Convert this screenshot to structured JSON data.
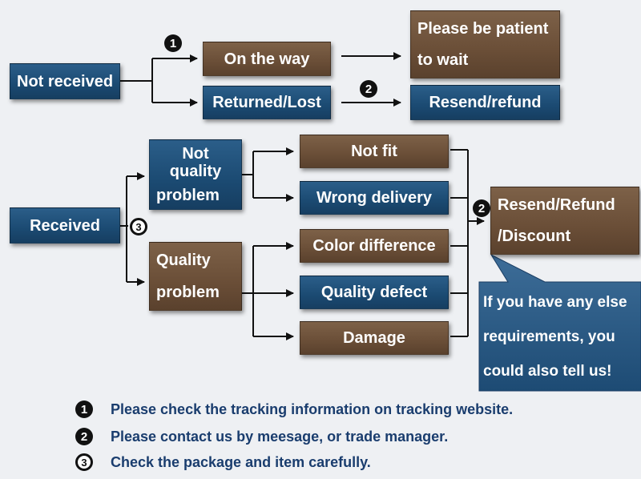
{
  "nodes": {
    "not_received": "Not received",
    "on_the_way": "On the way",
    "returned_lost": "Returned/Lost",
    "please_wait_line1": "Please be patient",
    "please_wait_line2": "to wait",
    "resend_refund": "Resend/refund",
    "received": "Received",
    "not_quality_line1": "Not quality",
    "not_quality_line2": "problem",
    "quality_line1": "Quality",
    "quality_line2": "problem",
    "not_fit": "Not fit",
    "wrong_delivery": "Wrong delivery",
    "color_difference": "Color difference",
    "quality_defect": "Quality defect",
    "damage": "Damage",
    "resend_refund_discount_line1": "Resend/Refund",
    "resend_refund_discount_line2": "/Discount"
  },
  "callout": {
    "line1": "If you have any else",
    "line2": "requirements, you",
    "line3": "could also tell us!"
  },
  "markers": {
    "one": "1",
    "two": "2",
    "three": "3"
  },
  "notes": [
    {
      "num": "1",
      "text": "Please check the tracking information on tracking website."
    },
    {
      "num": "2",
      "text": "Please contact us by meesage, or trade manager."
    },
    {
      "num": "3",
      "text": "Check the package and item carefully."
    }
  ],
  "colors": {
    "blue_box": "#1b4a72",
    "brown_box": "#6a4e37",
    "note_text": "#1a3d6e",
    "arrow": "#111111"
  }
}
